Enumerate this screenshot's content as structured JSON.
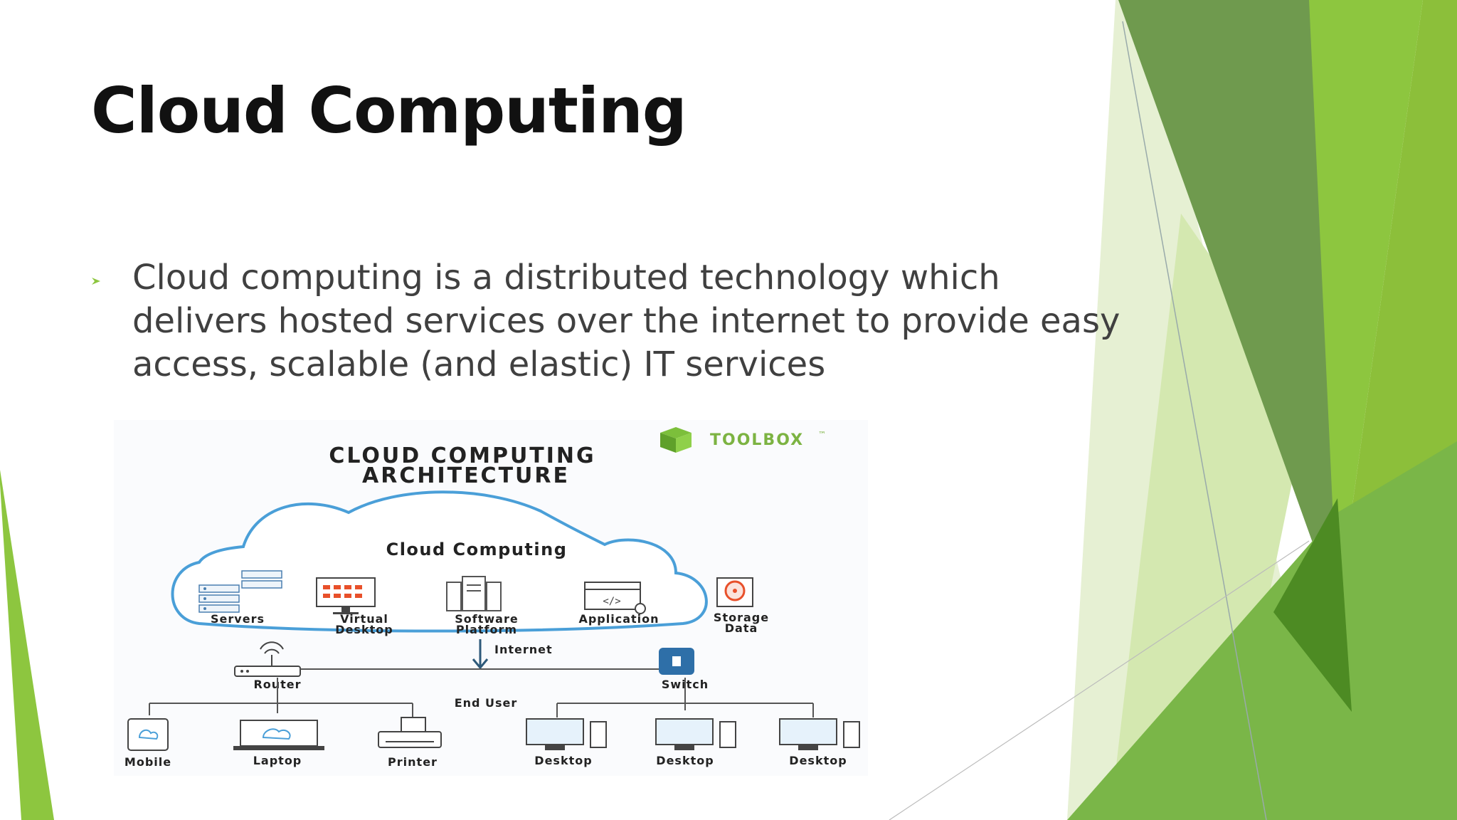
{
  "slide": {
    "title": "Cloud Computing",
    "bullet": " Cloud computing is a distributed technology which delivers hosted services over the internet to provide easy access, scalable (and elastic) IT services"
  },
  "diagram": {
    "logo_text": "TOOLBOX",
    "logo_tm": "™",
    "title_line1": "CLOUD COMPUTING",
    "title_line2": "ARCHITECTURE",
    "cloud_label": "Cloud Computing",
    "cloud_services": [
      {
        "lines": [
          "Servers"
        ],
        "icon": "server-rack-icon"
      },
      {
        "lines": [
          "Virtual",
          "Desktop"
        ],
        "icon": "monitor-icon"
      },
      {
        "lines": [
          "Software",
          "Platform"
        ],
        "icon": "platform-icon"
      },
      {
        "lines": [
          "Application"
        ],
        "icon": "code-window-icon"
      },
      {
        "lines": [
          "Storage",
          "Data"
        ],
        "icon": "hard-drive-icon"
      }
    ],
    "internet_label": "Internet",
    "router_label": "Router",
    "switch_label": "Switch",
    "end_user_label": "End User",
    "devices": [
      "Mobile",
      "Laptop",
      "Printer",
      "Desktop",
      "Desktop",
      "Desktop"
    ]
  },
  "colors": {
    "accent_green": "#8dc63f",
    "dark_green": "#6e9a4c",
    "cloud_blue": "#4a9fd8",
    "switch_blue": "#2e6fa8",
    "bullet_color": "#8dc63f"
  }
}
